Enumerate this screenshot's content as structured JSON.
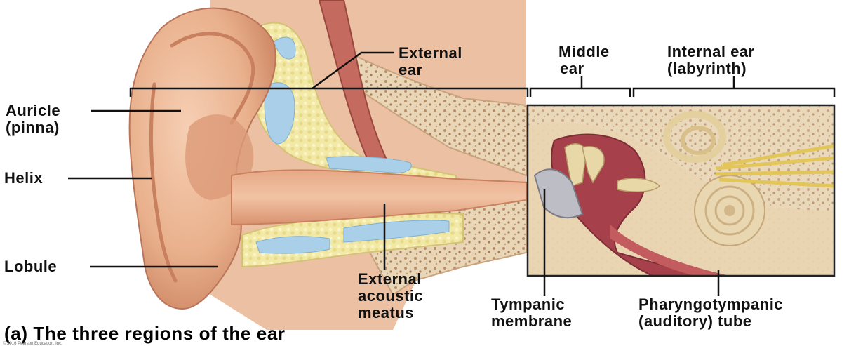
{
  "labels": {
    "external_ear": [
      "External",
      "ear"
    ],
    "middle_ear": [
      "Middle",
      "ear"
    ],
    "internal_ear": [
      "Internal ear",
      "(labyrinth)"
    ],
    "auricle": [
      "Auricle",
      "(pinna)"
    ],
    "helix": "Helix",
    "lobule": "Lobule",
    "external_acoustic_meatus": [
      "External",
      "acoustic",
      "meatus"
    ],
    "tympanic_membrane": [
      "Tympanic",
      "membrane"
    ],
    "pharyngotympanic_tube": [
      "Pharyngotympanic",
      "(auditory) tube"
    ]
  },
  "caption": "(a) The three regions of the ear",
  "copyright": "© 2016 Pearson Education, Inc.",
  "colors": {
    "skin": "#e9b08c",
    "skin_dark": "#c9805e",
    "cartilage": "#f1e6a0",
    "cartilage_light": "#a9cfe9",
    "bone": "#e6d2b0",
    "muscle": "#c0645a",
    "membrane": "#b9b9c4",
    "cavity": "#a6404a",
    "leader": "#111111"
  }
}
